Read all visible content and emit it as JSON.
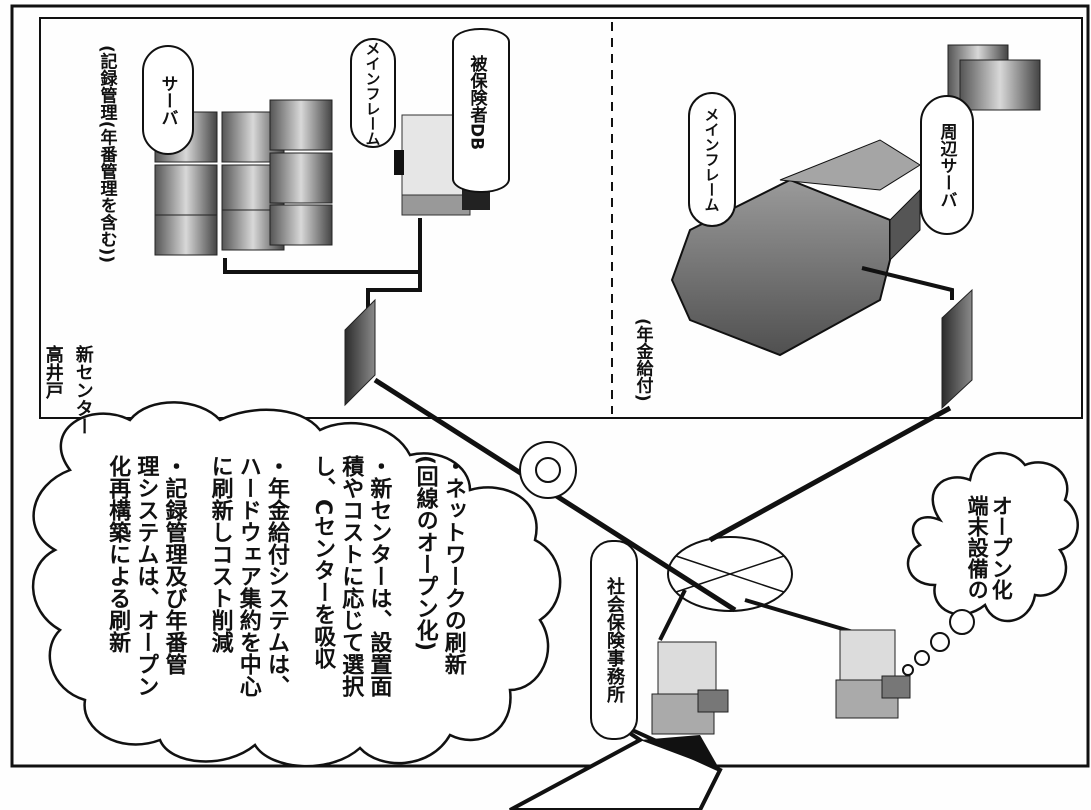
{
  "region_label": "高井戸",
  "new_center": {
    "title": "新センター",
    "subtitle": "(記録管理(年番管理を含む))"
  },
  "pension_label": "(年金給付)",
  "pill_labels": {
    "server": "サーバ",
    "mainframe_top": "メインフレーム",
    "database": "被保険者DB",
    "mainframe_bottom": "メインフレーム",
    "peripheral_server": "周辺サーバ"
  },
  "office_label": "社会保険事務所",
  "thought_bubble": {
    "line1": "端末設備の",
    "line2": "オープン化"
  },
  "cloud_bullets": [
    {
      "line1": "・記録管理及び年番管",
      "line2": "理システムは、オープン",
      "line3": "化再構築による刷新"
    },
    {
      "line1": "・年金給付システムは、",
      "line2": "ハードウェア集約を中心",
      "line3": "に刷新しコスト削減"
    },
    {
      "line1": "・新センターは、設置面",
      "line2": "積やコストに応じて選択",
      "line3": "し、Cセンターを吸収"
    },
    {
      "line1": "・ネットワークの刷新",
      "line2": "(回線のオープン化)",
      "line3": ""
    }
  ]
}
